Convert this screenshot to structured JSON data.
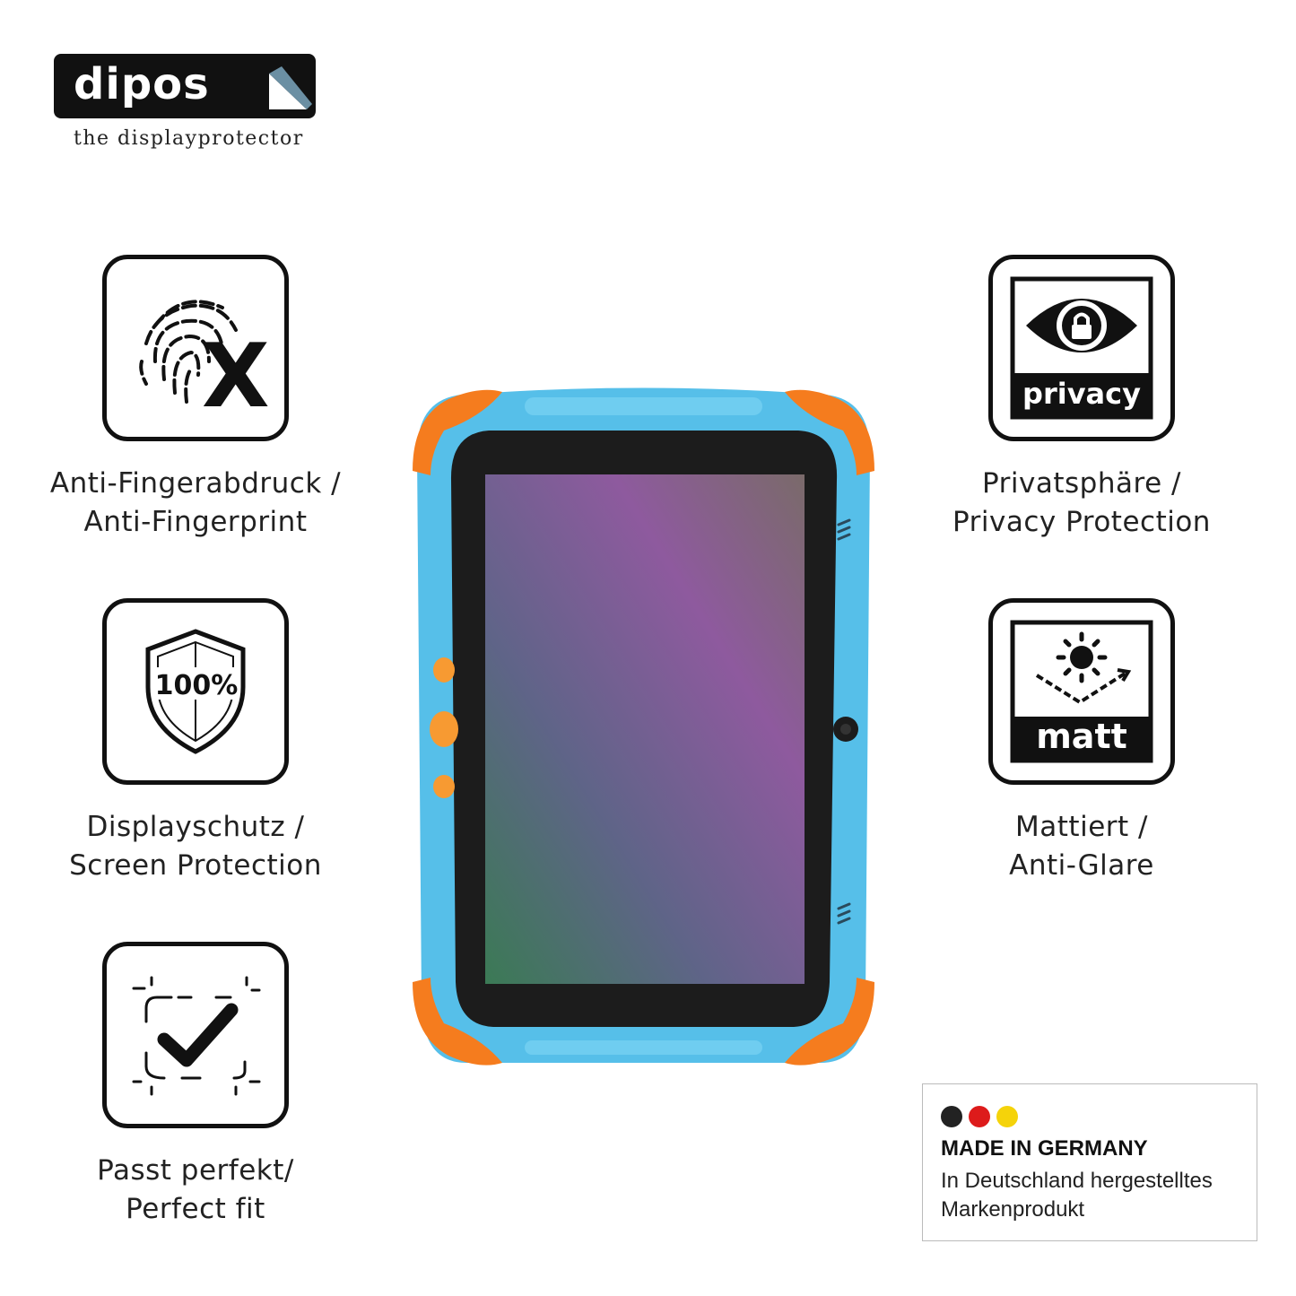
{
  "logo": {
    "brand": "dipos",
    "tagline": "the displayprotector"
  },
  "features": [
    {
      "id": "anti-fingerprint",
      "icon": "fingerprint-x-icon",
      "line1": "Anti-Fingerabdruck /",
      "line2": "Anti-Fingerprint"
    },
    {
      "id": "screen-protection",
      "icon": "shield-100-icon",
      "badge": "100%",
      "line1": "Displayschutz /",
      "line2": "Screen Protection"
    },
    {
      "id": "perfect-fit",
      "icon": "checkmark-frame-icon",
      "line1": "Passt perfekt/",
      "line2": "Perfect fit"
    },
    {
      "id": "privacy",
      "icon": "eye-lock-icon",
      "badge": "privacy",
      "line1": "Privatsphäre /",
      "line2": "Privacy Protection"
    },
    {
      "id": "matt",
      "icon": "sun-reflection-icon",
      "badge": "matt",
      "line1": "Mattiert /",
      "line2": "Anti-Glare"
    }
  ],
  "germany": {
    "title": "MADE IN GERMANY",
    "line1": "In Deutschland hergestelltes",
    "line2": "Markenprodukt",
    "flag_colors": [
      "#222222",
      "#dd1b1b",
      "#f5d30a"
    ]
  },
  "colors": {
    "tablet_body": "#55bde8",
    "tablet_bumper": "#f57c1e",
    "screen_gradient": [
      "#3f6e55",
      "#6c5f86",
      "#9a5aa0",
      "#7c6a72"
    ]
  }
}
